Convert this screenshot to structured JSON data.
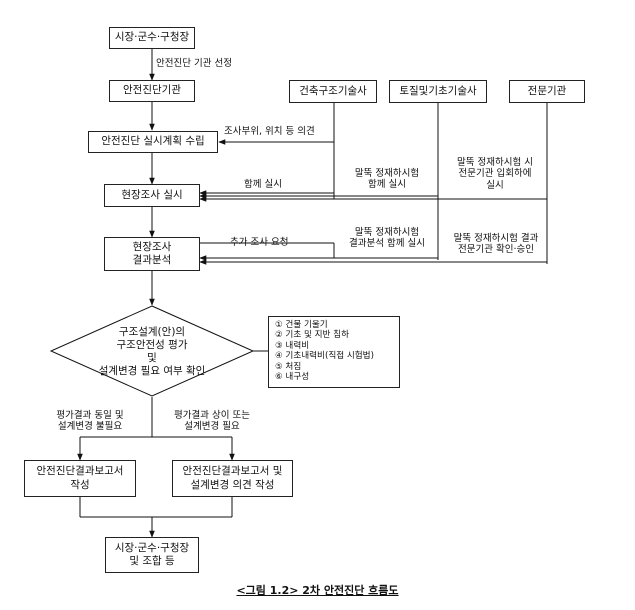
{
  "boxes": {
    "top_authority": "시장·군수·구청장",
    "agency": "안전진단기관",
    "plan": "안전진단 실시계획 수립",
    "survey": "현장조사 실시",
    "analysis": "현장조사\n결과분석",
    "architect": "건축구조기술사",
    "geotech": "토질및기초기술사",
    "expert": "전문기관",
    "report_left": "안전진단결과보고서\n작성",
    "report_right": "안전진단결과보고서 및\n설계변경 의견 작성",
    "final": "시장·군수·구청장\n및 조합 등"
  },
  "decision": "구조설계(안)의\n구조안전성 평가\n및\n설계변경 필요 여부 확인",
  "labels": {
    "select_agency": "안전진단 기관 선정",
    "investigate_opinion": "조사부위, 위치 등 의견",
    "joint_impl": "함께 실시",
    "pile_test_joint": "말뚝 정재하시험\n함께 실시",
    "pile_test_expert": "말뚝 정재하시험 시\n전문기관 입회하에\n실시",
    "additional_request": "추가 조사 요청",
    "pile_test_analysis": "말뚝 정재하시험\n결과분석 함께 실시",
    "pile_test_result": "말뚝 정재하시험 결과\n전문기관 확인·승인",
    "same_result": "평가결과 동일 및\n설계변경 불필요",
    "diff_result": "평가결과 상이 또는\n설계변경 필요"
  },
  "checklist": [
    "① 건물 기울기",
    "② 기초 및 지반 침하",
    "③ 내력비",
    "④ 기초내력비(직접 시험법)",
    "⑤ 처짐",
    "⑥ 내구성"
  ],
  "caption": "<그림 1.2> 2차 안전진단 흐름도"
}
